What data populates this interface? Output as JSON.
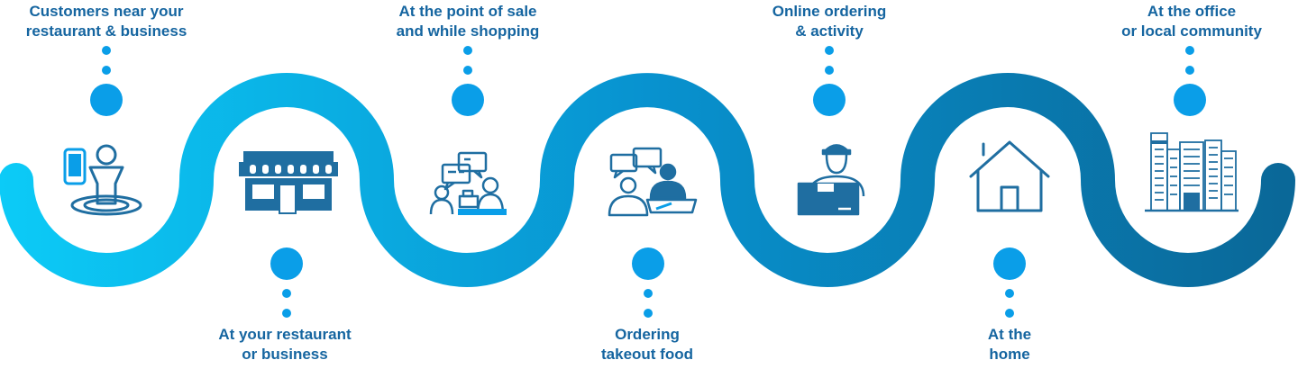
{
  "colors": {
    "path_start": "#0ccbf7",
    "path_end": "#0a6797",
    "dot": "#0a9ee8",
    "text": "#1565a0",
    "icon": "#1f6ea1"
  },
  "stops": [
    {
      "lines": [
        "Customers near your",
        "restaurant & business"
      ],
      "icon": "location-person-icon"
    },
    {
      "lines": [
        "At your restaurant",
        "or business"
      ],
      "icon": "storefront-icon"
    },
    {
      "lines": [
        "At the point of sale",
        "and while shopping"
      ],
      "icon": "point-of-sale-icon"
    },
    {
      "lines": [
        "Ordering",
        "takeout food"
      ],
      "icon": "takeout-counter-icon"
    },
    {
      "lines": [
        "Online ordering",
        "& activity"
      ],
      "icon": "delivery-person-icon"
    },
    {
      "lines": [
        "At the",
        "home"
      ],
      "icon": "house-icon"
    },
    {
      "lines": [
        "At the office",
        "or local community"
      ],
      "icon": "office-buildings-icon"
    }
  ]
}
